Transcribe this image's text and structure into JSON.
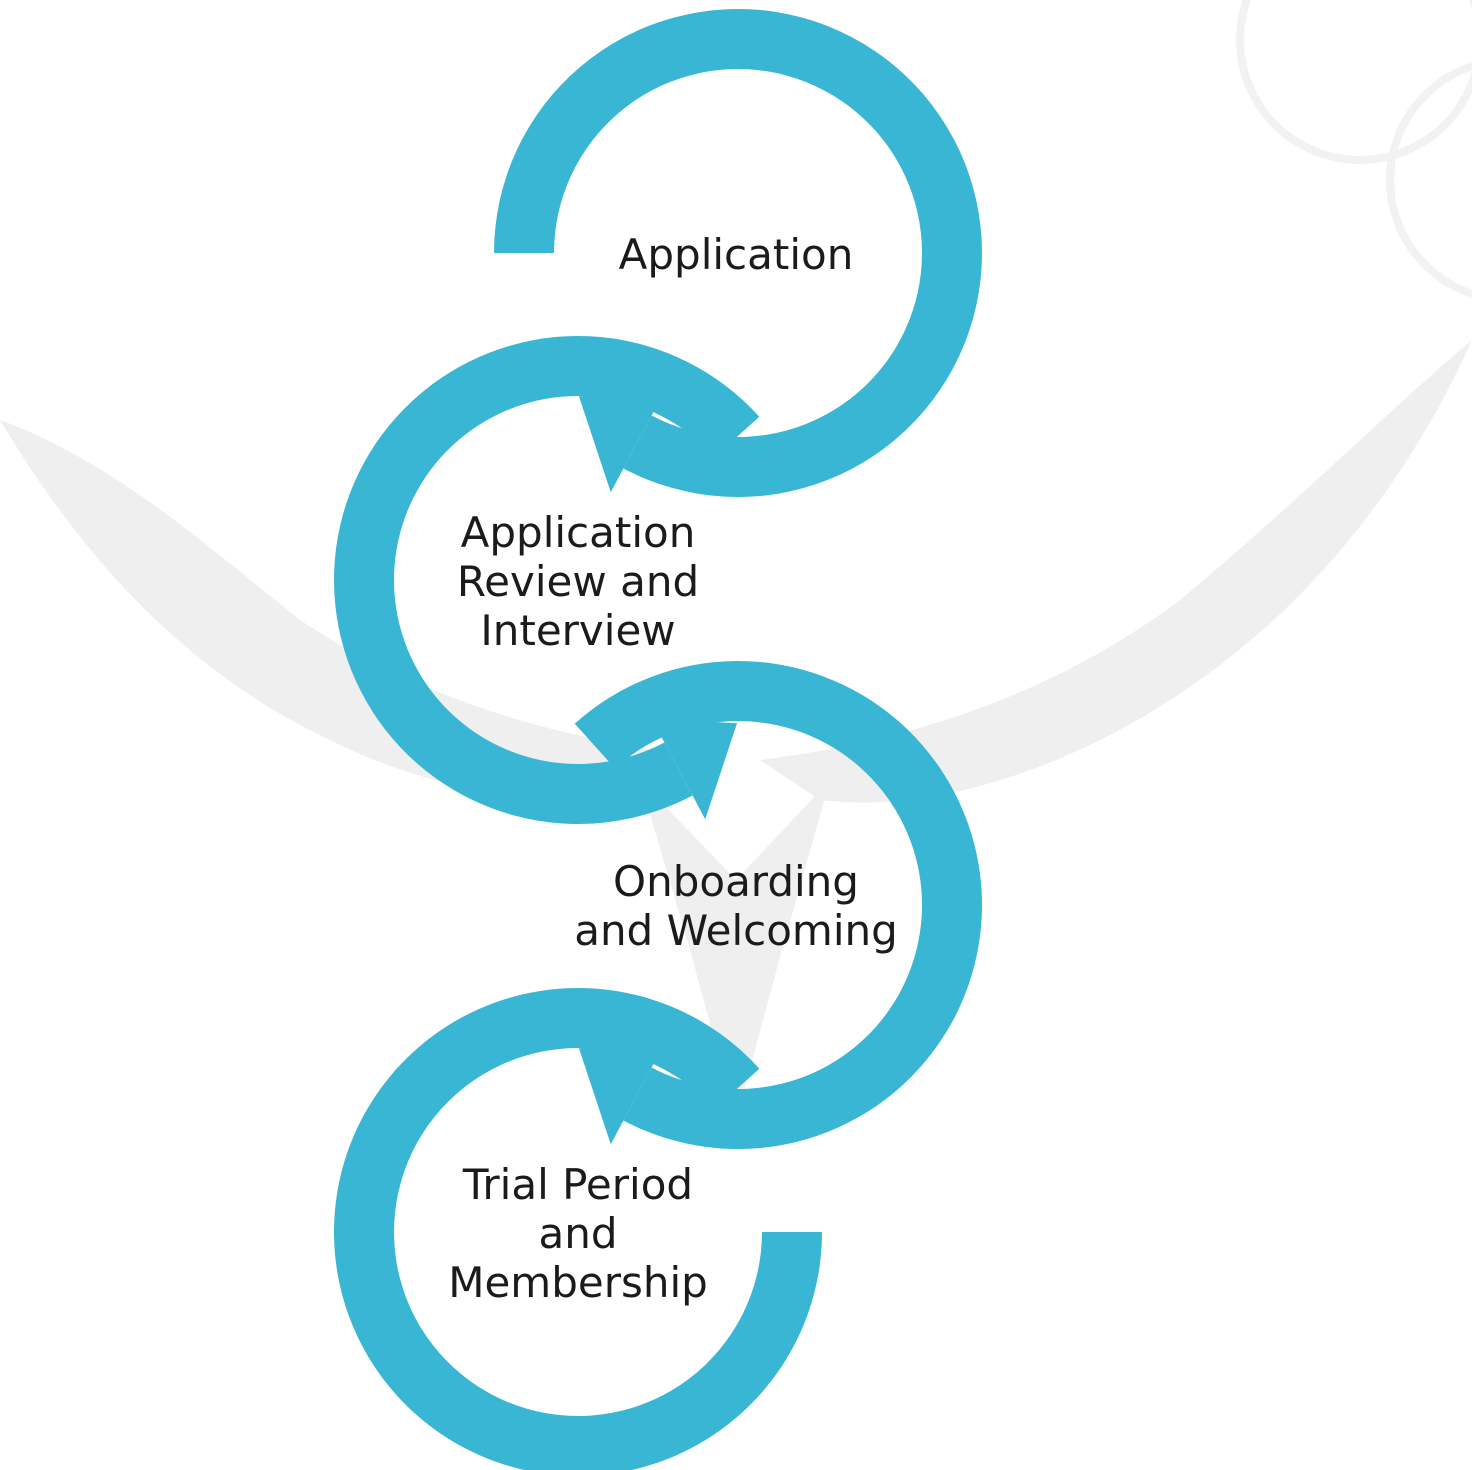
{
  "diagram": {
    "accent_color": "#39b6d3",
    "watermark_color": "#eeeeee",
    "steps": [
      {
        "id": "application",
        "lines": [
          "Application"
        ]
      },
      {
        "id": "review",
        "lines": [
          "Application",
          "Review and",
          "Interview"
        ]
      },
      {
        "id": "onboarding",
        "lines": [
          "Onboarding",
          "and Welcoming"
        ]
      },
      {
        "id": "trial",
        "lines": [
          "Trial Period",
          "and",
          "Membership"
        ]
      }
    ]
  }
}
